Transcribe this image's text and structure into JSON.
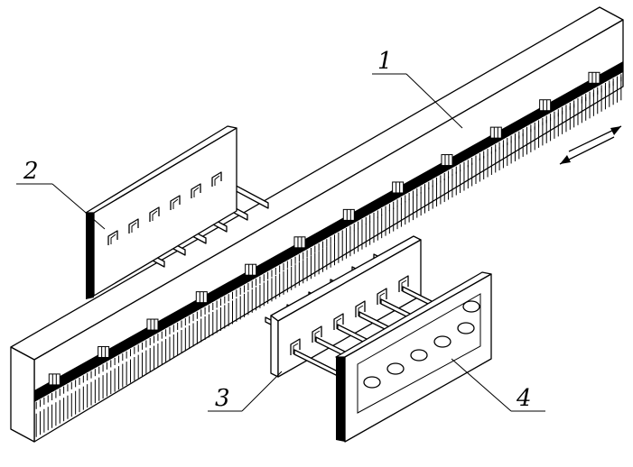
{
  "callouts": [
    {
      "id": "1",
      "label": "1"
    },
    {
      "id": "2",
      "label": "2"
    },
    {
      "id": "3",
      "label": "3"
    },
    {
      "id": "4",
      "label": "4"
    }
  ],
  "colors": {
    "ink": "#000000",
    "paper": "#ffffff"
  },
  "icons": {
    "motion": "double-arrow-icon"
  },
  "parts": {
    "plate2_pins": 6,
    "block3_pins": 6,
    "panel4_holes": 6
  }
}
